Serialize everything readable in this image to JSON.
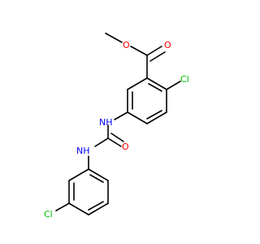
{
  "structure": {
    "atoms": {
      "ester_o_single": {
        "label": "O",
        "color": "#ff0000"
      },
      "ester_o_double": {
        "label": "O",
        "color": "#ff0000"
      },
      "cl_ring1": {
        "label": "Cl",
        "color": "#00c000"
      },
      "nh_1": {
        "label": "NH",
        "color": "#0000ff"
      },
      "o_urea": {
        "label": "O",
        "color": "#ff0000"
      },
      "nh_2": {
        "label": "NH",
        "color": "#0000ff"
      },
      "cl_ring2": {
        "label": "Cl",
        "color": "#00c000"
      }
    }
  }
}
